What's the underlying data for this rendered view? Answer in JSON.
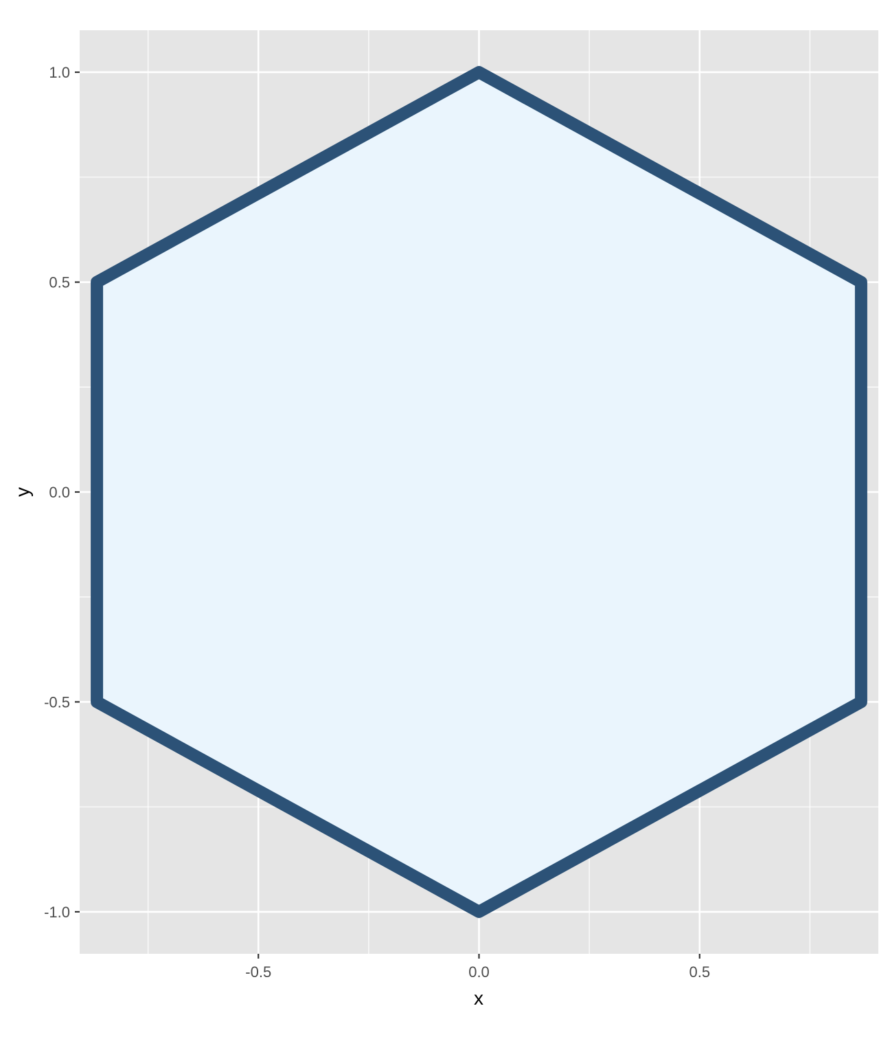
{
  "chart_data": {
    "type": "polygon",
    "title": "",
    "xlabel": "x",
    "ylabel": "y",
    "xlim": [
      -0.905,
      0.905
    ],
    "ylim": [
      -1.1,
      1.1
    ],
    "x_ticks": [
      -0.5,
      0.0,
      0.5
    ],
    "x_tick_labels": [
      "-0.5",
      "0.0",
      "0.5"
    ],
    "y_ticks": [
      -1.0,
      -0.5,
      0.0,
      0.5,
      1.0
    ],
    "y_tick_labels": [
      "-1.0",
      "-0.5",
      "0.0",
      "0.5",
      "1.0"
    ],
    "x_minor_ticks": [
      -0.75,
      -0.25,
      0.25,
      0.75
    ],
    "y_minor_ticks": [
      -0.75,
      -0.25,
      0.25,
      0.75
    ],
    "grid": true,
    "polygon": {
      "x": [
        0,
        0.866,
        0.866,
        0,
        -0.866,
        -0.866
      ],
      "y": [
        1,
        0.5,
        -0.5,
        -1,
        -0.5,
        0.5
      ]
    },
    "colors": {
      "panel_background": "#e5e5e5",
      "grid": "#ffffff",
      "fill": "#eaf5fd",
      "outline": "#2c5277"
    }
  }
}
